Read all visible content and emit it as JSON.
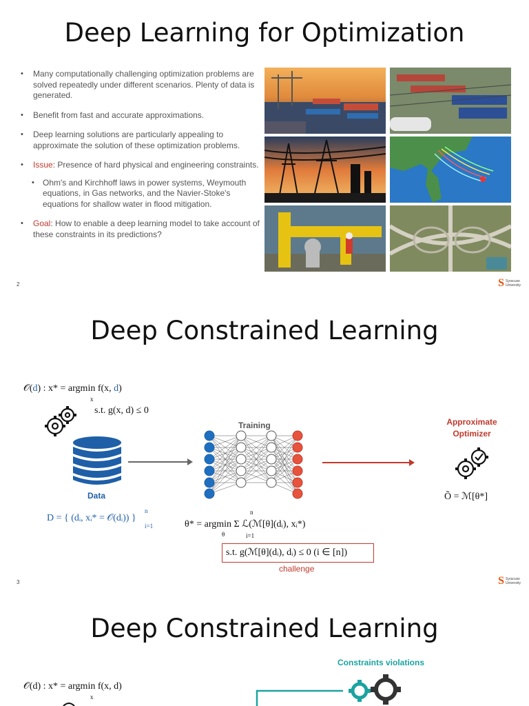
{
  "slide1": {
    "title": "Deep Learning for Optimization",
    "page_number": "2",
    "bullets": [
      {
        "text": "Many computationally challenging optimization problems are solved repeatedly under different scenarios. Plenty of data is generated."
      },
      {
        "text": "Benefit from fast and accurate approximations."
      },
      {
        "text": "Deep learning solutions are particularly appealing to approximate the solution of these optimization problems."
      },
      {
        "label": "Issue",
        "text": ": Presence of hard physical and engineering constraints."
      },
      {
        "text": "Ohm's and Kirchhoff laws in power systems, Weymouth equations, in Gas networks, and the Navier-Stoke's equations for shallow water in flood mitigation."
      },
      {
        "label": "Goal",
        "text": ": How to enable a deep learning model to take account of these constraints in its predictions?"
      }
    ]
  },
  "slide2": {
    "title": "Deep Constrained Learning",
    "page_number": "3",
    "eq_problem_head": "𝒪(",
    "eq_problem_d": "d",
    "eq_problem_mid": ") : x* = argmin f(x, ",
    "eq_problem_d2": "d",
    "eq_problem_tail": ")",
    "eq_argmin_sub": "x",
    "eq_constraint": "s.t. g(x, d) ≤ 0",
    "training_label": "Training",
    "data_label": "Data",
    "dataset_eq": "D = { (dᵢ, xᵢ* = 𝒪(dᵢ)) }",
    "dataset_sup": "n",
    "dataset_sub": "i=1",
    "approx_label_1": "Approximate",
    "approx_label_2": "Optimizer",
    "approx_eq": "Õ = ℳ[θ*]",
    "theta_eq": "θ* = argmin  Σ  ℒ(ℳ[θ](dᵢ), xᵢ*)",
    "theta_sub": "θ",
    "sum_sup": "n",
    "sum_sub": "i=1",
    "boxed_eq": "s.t. g(ℳ[θ](dᵢ), dᵢ) ≤ 0  (i ∈ [n])",
    "challenge_label": "challenge"
  },
  "slide3": {
    "title": "Deep Constrained Learning",
    "constraints_label": "Constraints violations",
    "eq_problem": "𝒪(d) : x* = argmin f(x, d)",
    "eq_argmin_sub": "x"
  },
  "logo": {
    "mark": "S",
    "line1": "Syracuse",
    "line2": "University"
  },
  "colors": {
    "accent_red": "#c0392b",
    "blue": "#1f5fa8",
    "teal": "#1aa3a0",
    "orange_logo": "#e2530c"
  }
}
